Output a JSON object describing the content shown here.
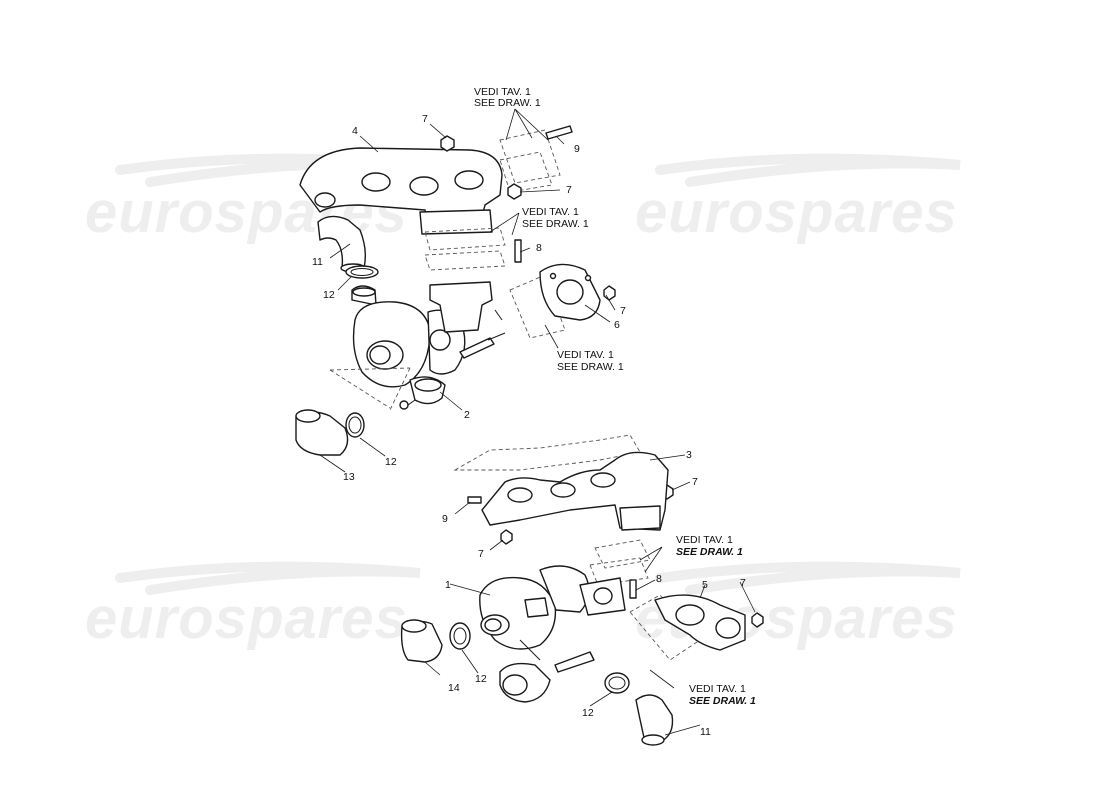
{
  "watermark": {
    "text": "eurospares",
    "color": "#eeeeee"
  },
  "callouts": {
    "c1": "1",
    "c2": "2",
    "c3": "3",
    "c4": "4",
    "c5": "5",
    "c6": "6",
    "c7a": "7",
    "c7b": "7",
    "c7c": "7",
    "c7d": "7",
    "c7e": "7",
    "c7f": "7",
    "c8a": "8",
    "c8b": "8",
    "c9a": "9",
    "c9b": "9",
    "c11a": "11",
    "c11b": "11",
    "c12a": "12",
    "c12b": "12",
    "c12c": "12",
    "c12d": "12",
    "c13": "13",
    "c14": "14"
  },
  "references": {
    "r1": {
      "line1": "VEDI TAV. 1",
      "line2": "SEE DRAW. 1"
    },
    "r2": {
      "line1": "VEDI TAV. 1",
      "line2": "SEE DRAW. 1"
    },
    "r3": {
      "line1": "VEDI TAV. 1",
      "line2": "SEE DRAW. 1"
    },
    "r4": {
      "line1": "VEDI TAV. 1",
      "line2": "SEE DRAW. 1"
    },
    "r5": {
      "line1": "VEDI TAV. 1",
      "line2": "SEE DRAW. 1"
    }
  },
  "icons": {
    "exhaust_manifold": "exhaust-manifold-icon",
    "turbocharger": "turbocharger-icon",
    "gasket": "gasket-icon",
    "nut": "nut-icon",
    "stud": "stud-icon",
    "hose_clamp": "hose-clamp-icon",
    "elbow_hose": "elbow-hose-icon",
    "flange": "flange-icon"
  }
}
